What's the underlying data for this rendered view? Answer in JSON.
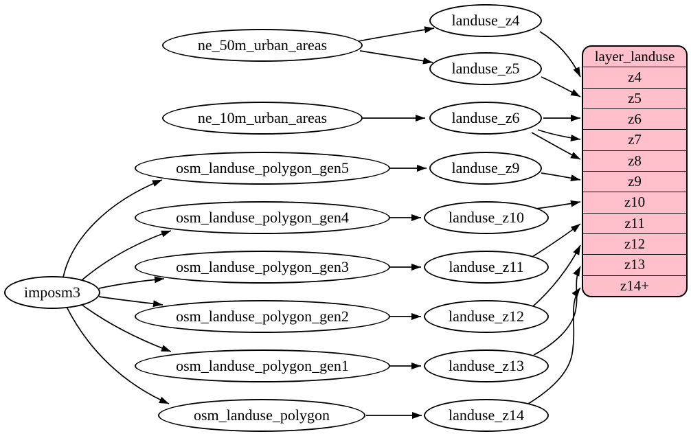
{
  "graph": {
    "colors": {
      "table_fill": "#ffc0cb",
      "node_fill": "#ffffff",
      "stroke": "#000000",
      "background": "#ffffff"
    },
    "nodes": [
      {
        "id": "imposm3",
        "label": "imposm3"
      },
      {
        "id": "ne_50m_urban_areas",
        "label": "ne_50m_urban_areas"
      },
      {
        "id": "ne_10m_urban_areas",
        "label": "ne_10m_urban_areas"
      },
      {
        "id": "osm_landuse_polygon_gen5",
        "label": "osm_landuse_polygon_gen5"
      },
      {
        "id": "osm_landuse_polygon_gen4",
        "label": "osm_landuse_polygon_gen4"
      },
      {
        "id": "osm_landuse_polygon_gen3",
        "label": "osm_landuse_polygon_gen3"
      },
      {
        "id": "osm_landuse_polygon_gen2",
        "label": "osm_landuse_polygon_gen2"
      },
      {
        "id": "osm_landuse_polygon_gen1",
        "label": "osm_landuse_polygon_gen1"
      },
      {
        "id": "osm_landuse_polygon",
        "label": "osm_landuse_polygon"
      },
      {
        "id": "landuse_z4",
        "label": "landuse_z4"
      },
      {
        "id": "landuse_z5",
        "label": "landuse_z5"
      },
      {
        "id": "landuse_z6",
        "label": "landuse_z6"
      },
      {
        "id": "landuse_z9",
        "label": "landuse_z9"
      },
      {
        "id": "landuse_z10",
        "label": "landuse_z10"
      },
      {
        "id": "landuse_z11",
        "label": "landuse_z11"
      },
      {
        "id": "landuse_z12",
        "label": "landuse_z12"
      },
      {
        "id": "landuse_z13",
        "label": "landuse_z13"
      },
      {
        "id": "landuse_z14",
        "label": "landuse_z14"
      }
    ],
    "table": {
      "title": "layer_landuse",
      "rows": [
        "z4",
        "z5",
        "z6",
        "z7",
        "z8",
        "z9",
        "z10",
        "z11",
        "z12",
        "z13",
        "z14+"
      ]
    },
    "edges": [
      {
        "from": "imposm3",
        "to": "osm_landuse_polygon_gen5"
      },
      {
        "from": "imposm3",
        "to": "osm_landuse_polygon_gen4"
      },
      {
        "from": "imposm3",
        "to": "osm_landuse_polygon_gen3"
      },
      {
        "from": "imposm3",
        "to": "osm_landuse_polygon_gen2"
      },
      {
        "from": "imposm3",
        "to": "osm_landuse_polygon_gen1"
      },
      {
        "from": "imposm3",
        "to": "osm_landuse_polygon"
      },
      {
        "from": "ne_50m_urban_areas",
        "to": "landuse_z4"
      },
      {
        "from": "ne_50m_urban_areas",
        "to": "landuse_z5"
      },
      {
        "from": "ne_10m_urban_areas",
        "to": "landuse_z6"
      },
      {
        "from": "osm_landuse_polygon_gen5",
        "to": "landuse_z9"
      },
      {
        "from": "osm_landuse_polygon_gen4",
        "to": "landuse_z10"
      },
      {
        "from": "osm_landuse_polygon_gen3",
        "to": "landuse_z11"
      },
      {
        "from": "osm_landuse_polygon_gen2",
        "to": "landuse_z12"
      },
      {
        "from": "osm_landuse_polygon_gen1",
        "to": "landuse_z13"
      },
      {
        "from": "osm_landuse_polygon",
        "to": "landuse_z14"
      },
      {
        "from": "landuse_z4",
        "to": "layer_landuse.z4"
      },
      {
        "from": "landuse_z5",
        "to": "layer_landuse.z5"
      },
      {
        "from": "landuse_z6",
        "to": "layer_landuse.z6"
      },
      {
        "from": "landuse_z6",
        "to": "layer_landuse.z7"
      },
      {
        "from": "landuse_z6",
        "to": "layer_landuse.z8"
      },
      {
        "from": "landuse_z9",
        "to": "layer_landuse.z9"
      },
      {
        "from": "landuse_z10",
        "to": "layer_landuse.z10"
      },
      {
        "from": "landuse_z11",
        "to": "layer_landuse.z11"
      },
      {
        "from": "landuse_z12",
        "to": "layer_landuse.z12"
      },
      {
        "from": "landuse_z13",
        "to": "layer_landuse.z13"
      },
      {
        "from": "landuse_z14",
        "to": "layer_landuse.z14+"
      }
    ]
  }
}
